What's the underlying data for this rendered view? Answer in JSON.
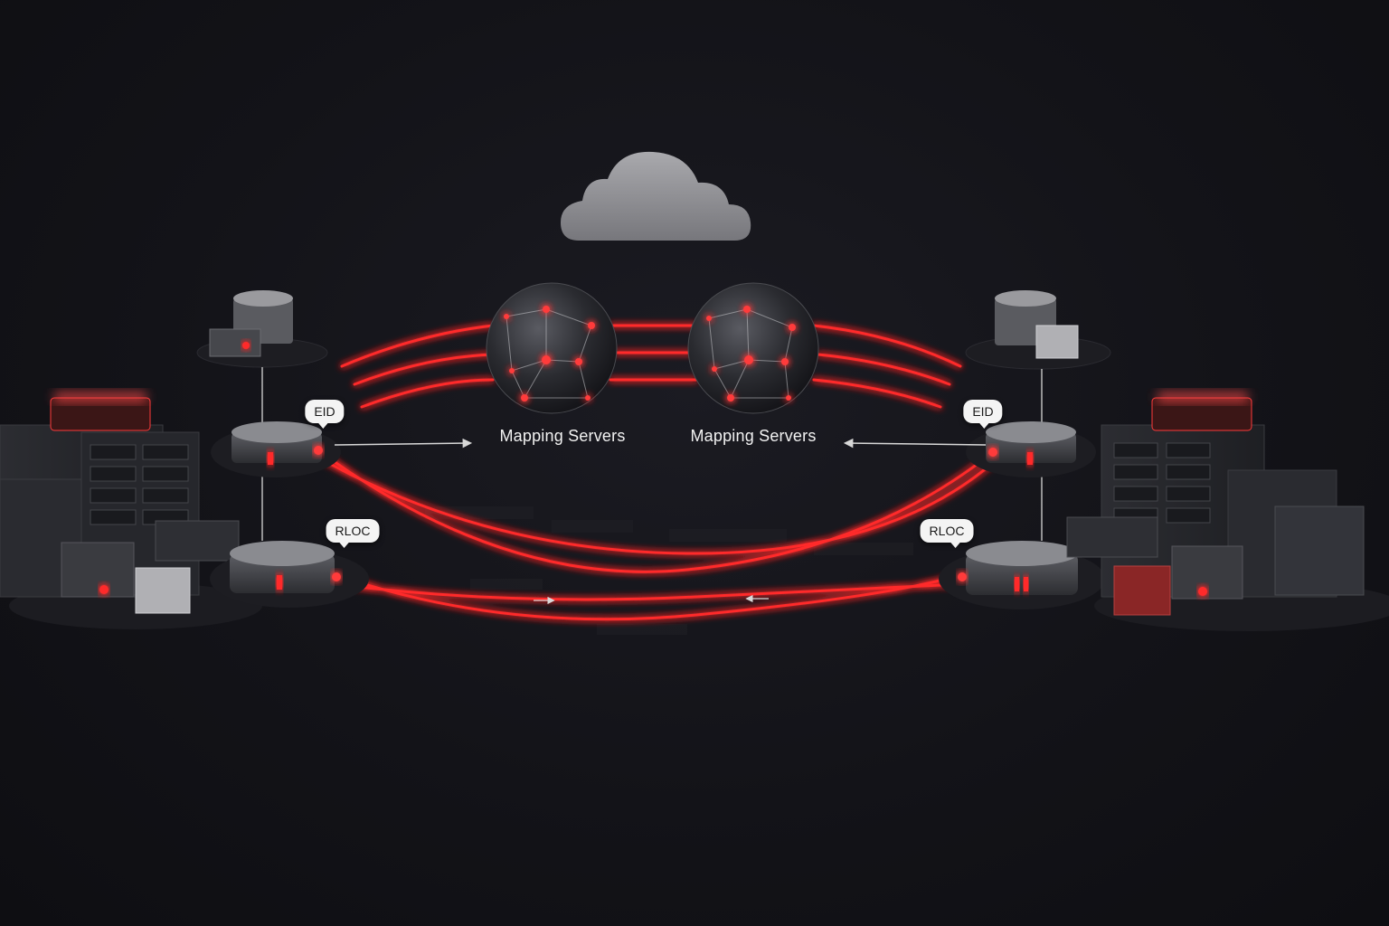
{
  "labels": {
    "mapping_left": "Mapping Servers",
    "mapping_right": "Mapping Servers",
    "eid_left": "EID",
    "eid_right": "EID",
    "rloc_left": "RLOC",
    "rloc_right": "RLOC"
  },
  "icons": {
    "cloud": "cloud-icon",
    "globe": "globe-network-icon",
    "router": "router-icon",
    "database": "database-icon",
    "rack": "server-rack-icon"
  },
  "colors": {
    "accent": "#ff2a2a",
    "glow": "#ff4a3a",
    "background": "#131318",
    "device": "#3a3b40"
  }
}
